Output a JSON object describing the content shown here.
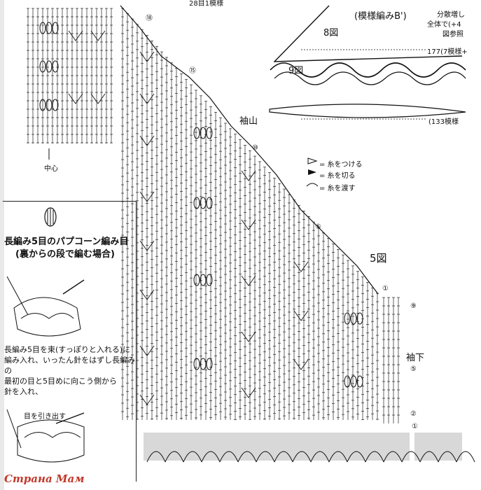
{
  "top_stitch_note": "28目1模様",
  "header": {
    "pattern_title": "(模様編みB')",
    "fig8": "8図",
    "fig9": "9図",
    "dist_note_1": "分散増し",
    "dist_note_2": "全体で(+4",
    "dist_note_3": "図参照",
    "count_177": "177(7模様+",
    "count_133": "(133模様"
  },
  "labels": {
    "center": "中心",
    "sleeve_cap": "袖山",
    "fig5": "5図",
    "sleeve_under": "袖下"
  },
  "row_markers": [
    "⑱",
    "⑮",
    "⑩",
    "⑤",
    "①",
    "⑨",
    "⑤",
    "②",
    "①"
  ],
  "legend": {
    "attach_yarn": "= 糸をつける",
    "cut_yarn": "= 糸を切る",
    "carry_yarn": "= 糸を渡す"
  },
  "instruction": {
    "title_1": "長編み5目のパプコーン編み目",
    "title_2": "(裏からの段で編む場合)",
    "step_1_line_1": "長編み5目を束(すっぽりと入れる)に",
    "step_1_line_2": "編み入れ、いったん針をはずし長編みの",
    "step_1_line_3": "最初の目と5目めに向こう側から",
    "step_1_line_4": "針を入れ、",
    "step_2": "目を引き出す"
  },
  "watermark": "Страна Мам"
}
